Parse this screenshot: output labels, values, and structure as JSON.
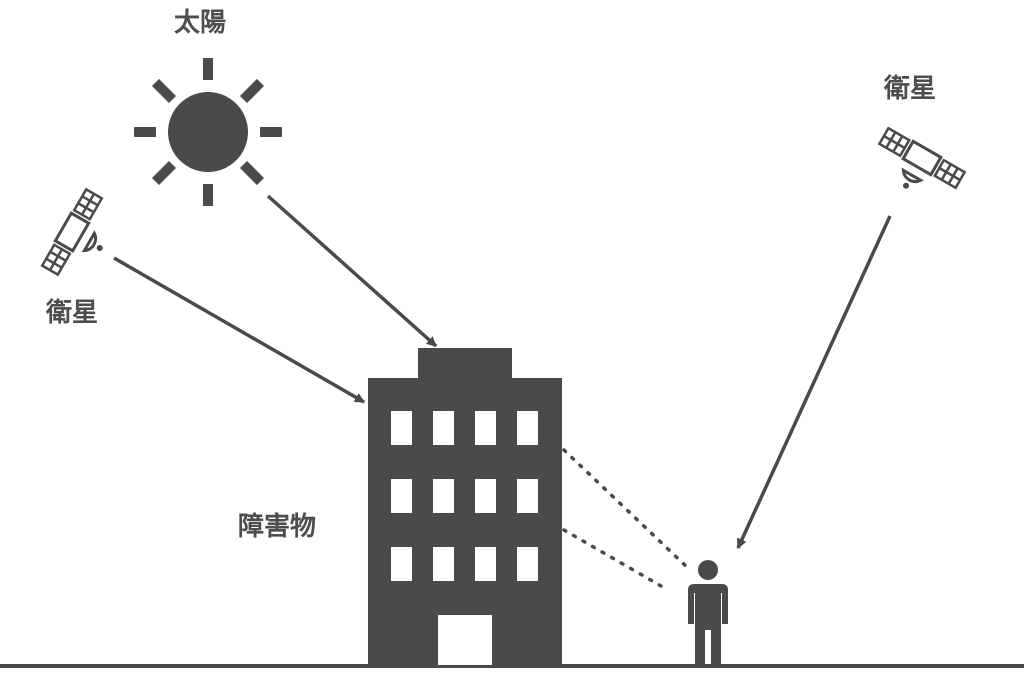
{
  "labels": {
    "sun": "太陽",
    "satellite_left": "衛星",
    "satellite_right": "衛星",
    "obstacle": "障害物"
  },
  "icons": {
    "sun": "sun-icon",
    "satellite_left": "satellite-icon",
    "satellite_right": "satellite-icon",
    "building": "building-icon",
    "person": "person-icon"
  },
  "colors": {
    "foreground": "#4a4a4a",
    "label": "#4d4d4d",
    "background": "#ffffff"
  }
}
